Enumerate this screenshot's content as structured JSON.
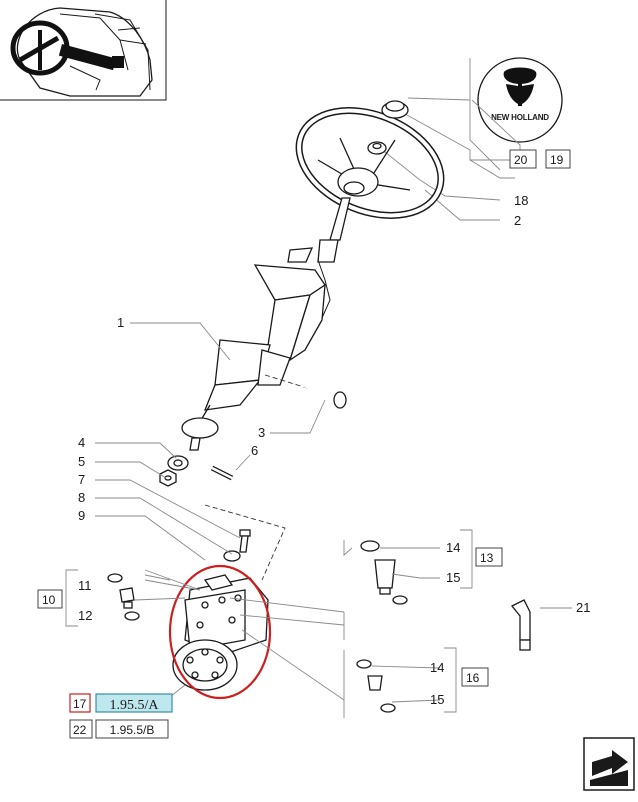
{
  "brand": {
    "name": "NEW HOLLAND"
  },
  "callouts": {
    "c1": "1",
    "c2": "2",
    "c3": "3",
    "c4": "4",
    "c5": "5",
    "c6": "6",
    "c7": "7",
    "c8": "8",
    "c9": "9",
    "c10": "10",
    "c11": "11",
    "c12": "12",
    "c13": "13",
    "c14a": "14",
    "c14b": "14",
    "c15a": "15",
    "c15b": "15",
    "c16": "16",
    "c18": "18",
    "c20": "20",
    "c19": "19",
    "c21": "21",
    "c17": "17",
    "c22": "22"
  },
  "references": {
    "active": "1.95.5/A",
    "other": "1.95.5/B"
  },
  "colors": {
    "highlight_circle": "#cc1f1f",
    "active_ref_bg": "#bfe8ee",
    "active_ref_border": "#3a8fa6",
    "box_17_border": "#cc1f1f"
  },
  "icons": {
    "thumbnail": "tractor-cab-steering-thumbnail",
    "logo": "new-holland-leaf-logo",
    "nav": "next-page-arrow-icon"
  }
}
